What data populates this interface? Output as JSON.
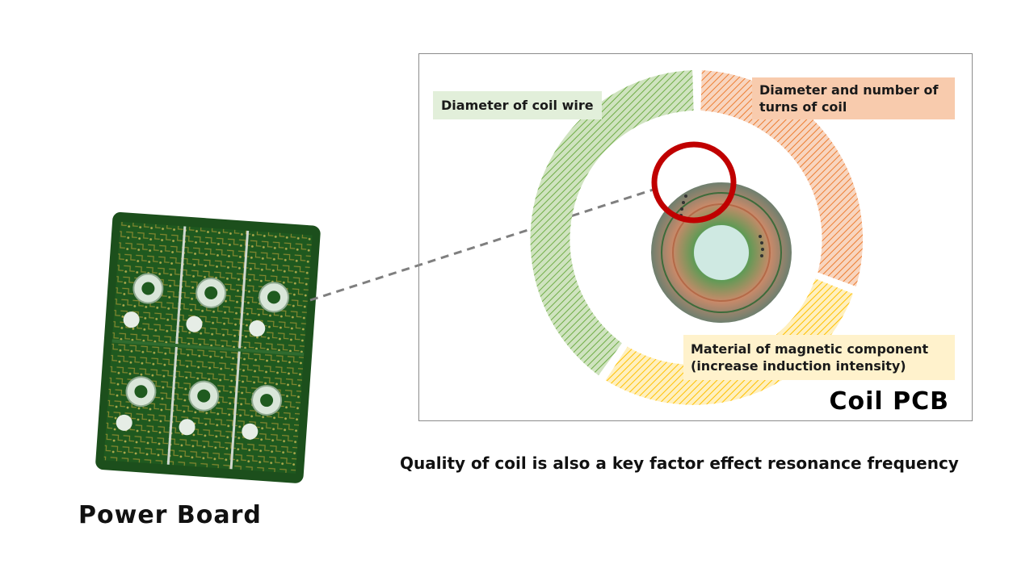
{
  "coil_panel": {
    "title": "Coil PCB",
    "labels": {
      "wire": "Diameter of coil wire",
      "turns": "Diameter and number of turns of coil",
      "magnetic_line1": "Material of magnetic component",
      "magnetic_line2": "(increase induction intensity)"
    },
    "colors": {
      "wire": "#70ad47",
      "turns": "#ed7d31",
      "magnetic": "#ffc000",
      "highlight": "#c00000"
    }
  },
  "caption": "Quality of coil is also a key factor effect resonance frequency",
  "board": {
    "title": "Power Board",
    "colors": {
      "pcb": "#1f5a1f",
      "trace": "#8a8a30"
    }
  }
}
